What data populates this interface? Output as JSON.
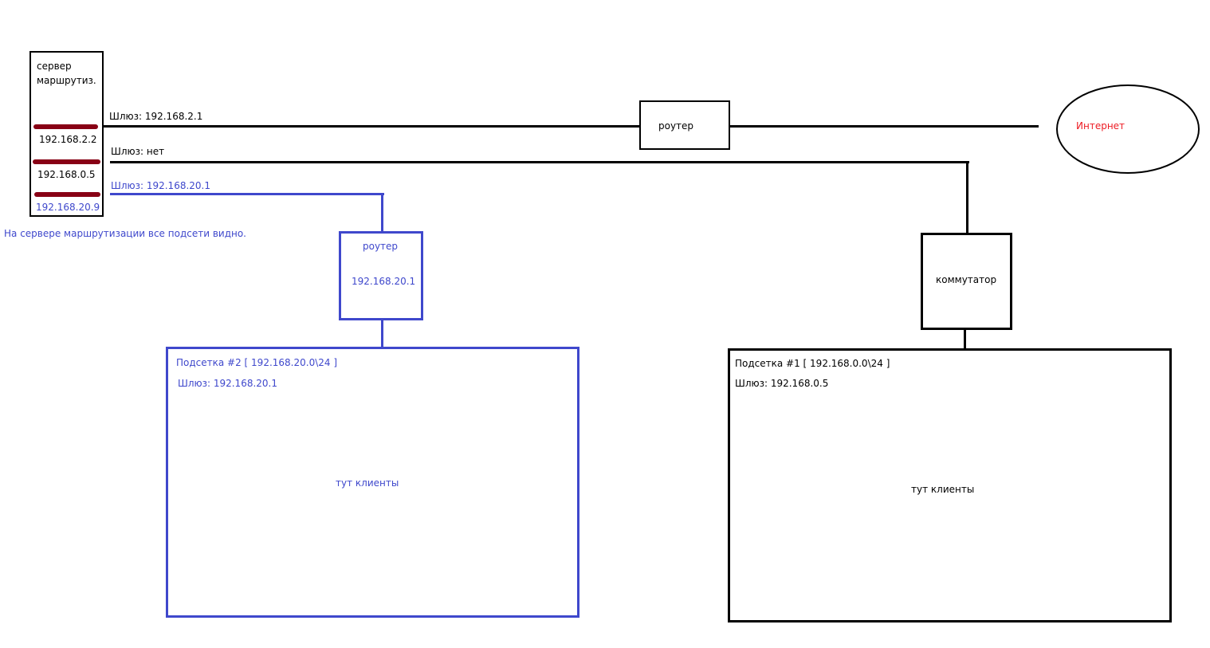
{
  "server": {
    "title_line1": "сервер",
    "title_line2": "маршрутиз.",
    "ip_wan": "192.168.2.2",
    "ip_lan1": "192.168.0.5",
    "ip_lan2": "192.168.20.9"
  },
  "note": "На сервере маршрутизации все подсети видно.",
  "links": {
    "gw_wan": "Шлюз: 192.168.2.1",
    "gw_lan1": "Шлюз: нет",
    "gw_lan2": "Шлюз: 192.168.20.1"
  },
  "router_main": {
    "label": "роутер"
  },
  "internet": {
    "label": "Интернет"
  },
  "router_sub2": {
    "label": "роутер",
    "ip": "192.168.20.1"
  },
  "switch": {
    "label": "коммутатор"
  },
  "subnet2": {
    "title": "Подсетка #2 [ 192.168.20.0\\24 ]",
    "gateway": "Шлюз: 192.168.20.1",
    "clients": "тут клиенты"
  },
  "subnet1": {
    "title": "Подсетка #1 [ 192.168.0.0\\24 ]",
    "gateway": "Шлюз: 192.168.0.5",
    "clients": "тут клиенты"
  },
  "colors": {
    "black": "#000000",
    "blue": "#3f48cc",
    "red": "#ed1c24",
    "nic": "#880015"
  }
}
